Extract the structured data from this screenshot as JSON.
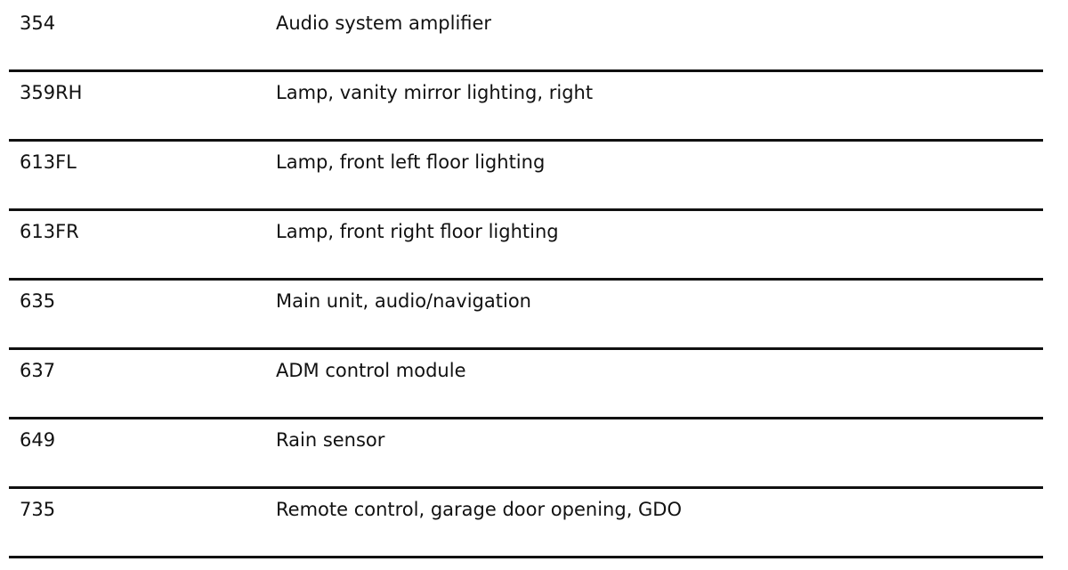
{
  "rows": [
    {
      "code": "354",
      "description": "Audio system amplifier"
    },
    {
      "code": "359RH",
      "description": "Lamp, vanity mirror lighting, right"
    },
    {
      "code": "613FL",
      "description": "Lamp, front left floor lighting"
    },
    {
      "code": "613FR",
      "description": "Lamp, front right floor lighting"
    },
    {
      "code": "635",
      "description": "Main unit, audio/navigation"
    },
    {
      "code": "637",
      "description": "ADM control module"
    },
    {
      "code": "649",
      "description": "Rain sensor"
    },
    {
      "code": "735",
      "description": "Remote control, garage door opening, GDO"
    }
  ]
}
